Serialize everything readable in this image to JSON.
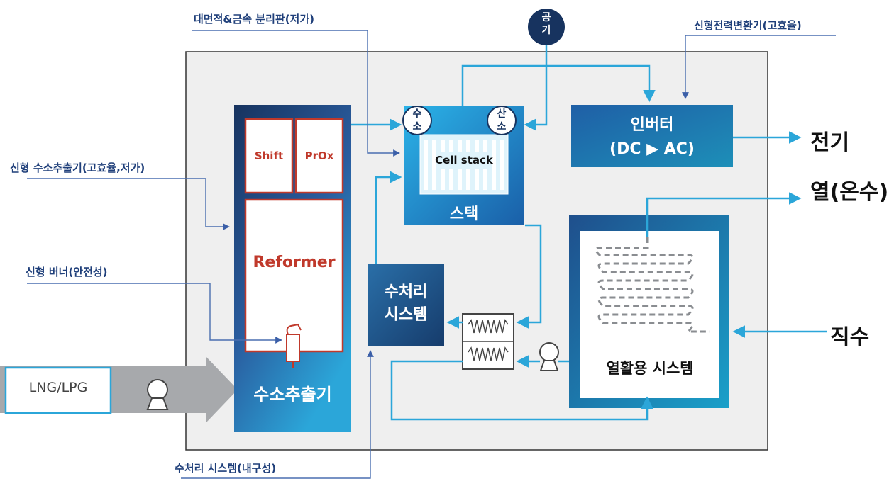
{
  "annotations": {
    "separator": "대면적&금속 분리판(저가)",
    "inverter_new": "신형전력변환기(고효율)",
    "reformer_new": "신형 수소추출기(고효율,저가)",
    "burner_new": "신형 버너(안전성)",
    "water_system": "수처리 시스템(내구성)"
  },
  "air": {
    "line1": "공",
    "line2": "기"
  },
  "fuel_input": "LNG/LPG",
  "reformer_unit": {
    "title": "수소추출기",
    "shift": "Shift",
    "prox": "PrOx",
    "reformer": "Reformer"
  },
  "stack": {
    "title": "스택",
    "cell_stack": "Cell stack",
    "hydrogen": {
      "line1": "수",
      "line2": "소"
    },
    "oxygen": {
      "line1": "산",
      "line2": "소"
    }
  },
  "inverter": {
    "line1": "인버터",
    "line2": "(DC ▶ AC)"
  },
  "water_treatment": {
    "line1": "수처리",
    "line2": "시스템"
  },
  "heat_system": "열활용 시스템",
  "outputs": {
    "electricity": "전기",
    "heat": "열(온수)",
    "direct_water": "직수"
  },
  "colors": {
    "navy": "#17335f",
    "mid_blue": "#2a5d9f",
    "cyan": "#2ba6d9",
    "red_outline": "#c0392b",
    "annotation": "#1f3f7a",
    "connector": "#4a6fb0"
  }
}
